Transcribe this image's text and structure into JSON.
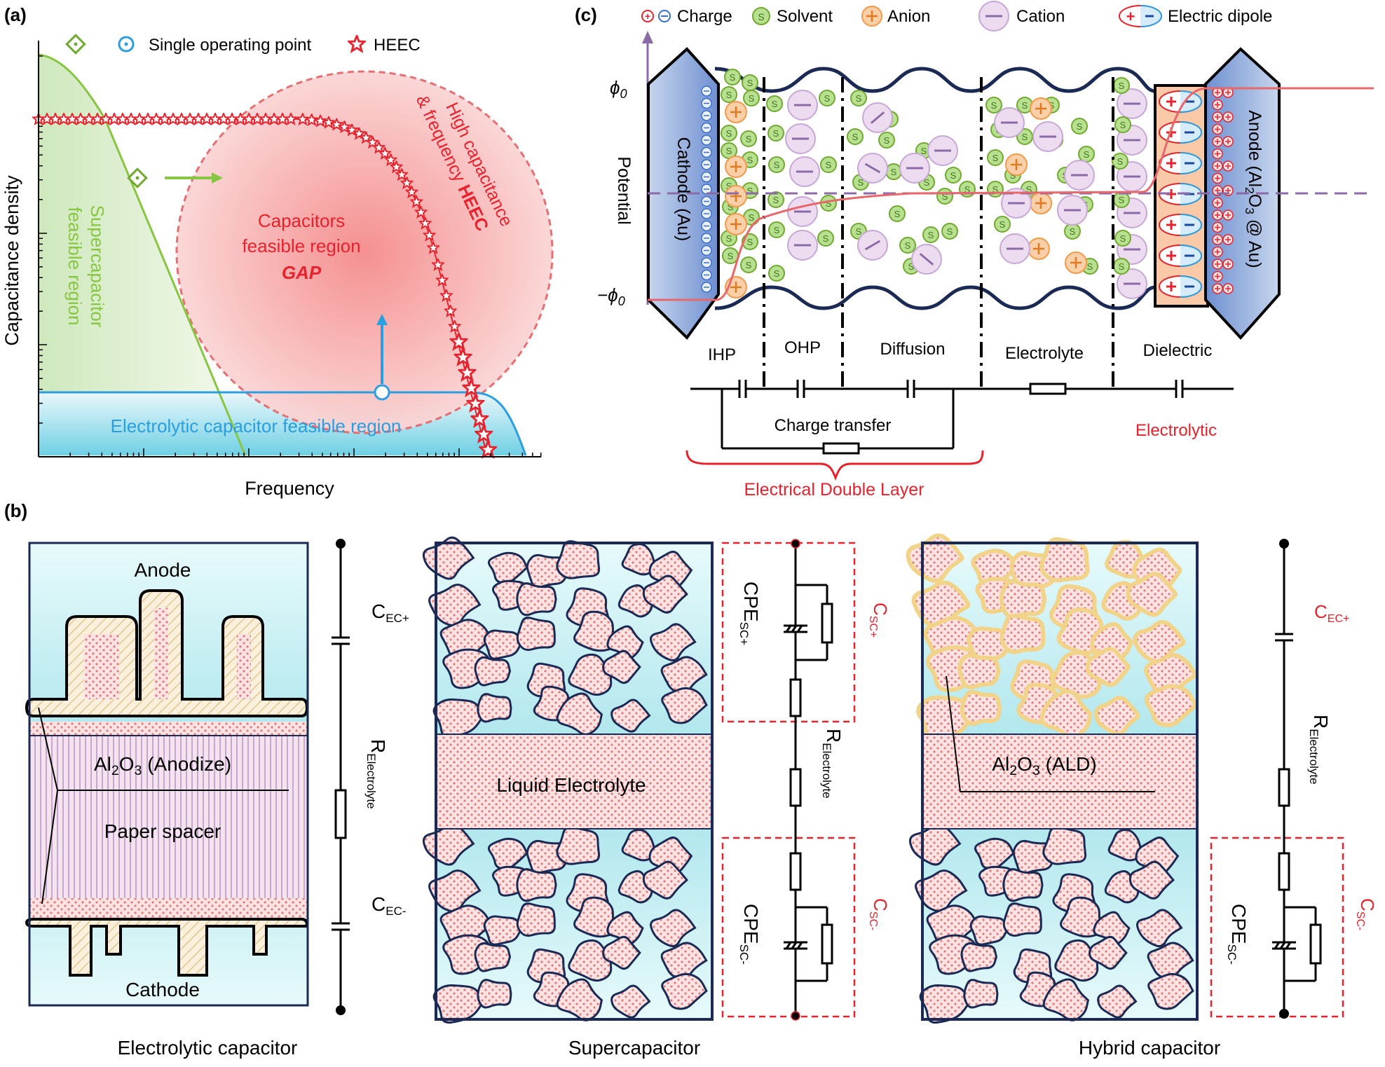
{
  "colors": {
    "red": "#e8222d",
    "blue": "#2a9ee0",
    "green": "#86c640",
    "navy": "#1a2a55",
    "cyan": "#bfeef2",
    "pink": "#f7c9c9",
    "orange": "#f29a4a",
    "purple": "#8b6aa8"
  },
  "panel_a": {
    "label": "(a)",
    "legend": {
      "single_operating_point": "Single operating point",
      "heec": "HEEC"
    },
    "ylabel": "Capacitance density",
    "xlabel": "Frequency",
    "supercap_region_line1": "Supercapacitor",
    "supercap_region_line2": "feasible region",
    "electrolytic_region": "Electrolytic capacitor feasible region",
    "gap_line1": "Capacitors",
    "gap_line2": "feasible region",
    "gap_line3": "GAP",
    "heec_line1": "High capacitance",
    "heec_line2": "& frequency",
    "heec_line3": "HEEC"
  },
  "panel_b": {
    "label": "(b)",
    "electrolytic": {
      "anode": "Anode",
      "al2o3_pre": "Al",
      "al2o3_sub1": "2",
      "al2o3_mid": "O",
      "al2o3_sub2": "3",
      "al2o3_post": " (Anodize)",
      "paper_spacer": "Paper spacer",
      "cathode": "Cathode",
      "caption": "Electrolytic capacitor",
      "c_ec_plus": "C",
      "c_ec_plus_sub": "EC+",
      "r_electrolyte": "R",
      "r_electrolyte_sub": "Electrolyte",
      "c_ec_minus": "C",
      "c_ec_minus_sub": "EC-"
    },
    "supercapacitor": {
      "liquid_electrolyte": "Liquid Electrolyte",
      "caption": "Supercapacitor",
      "cpe_sc_plus": "CPE",
      "cpe_sc_plus_sub": "SC+",
      "cpe_sc_minus": "CPE",
      "cpe_sc_minus_sub": "SC-",
      "c_sc_plus": "C",
      "c_sc_plus_sub": "SC+",
      "c_sc_minus": "C",
      "c_sc_minus_sub": "SC-",
      "r_electrolyte": "R",
      "r_electrolyte_sub": "Electrolyte"
    },
    "hybrid": {
      "al2o3_pre": "Al",
      "al2o3_sub1": "2",
      "al2o3_mid": "O",
      "al2o3_sub2": "3",
      "al2o3_post": " (ALD)",
      "caption": "Hybrid capacitor",
      "c_ec_plus": "C",
      "c_ec_plus_sub": "EC+",
      "r_electrolyte": "R",
      "r_electrolyte_sub": "Electrolyte",
      "cpe_sc_minus": "CPE",
      "cpe_sc_minus_sub": "SC-",
      "c_sc_minus": "C",
      "c_sc_minus_sub": "SC-"
    }
  },
  "panel_c": {
    "label": "(c)",
    "legend": {
      "charge": "Charge",
      "solvent": "Solvent",
      "anion": "Anion",
      "cation": "Cation",
      "electric_dipole": "Electric dipole"
    },
    "phi0": "ϕ",
    "phi0_sub": "0",
    "neg_phi0": "−ϕ",
    "potential": "Potential",
    "cathode": "Cathode (Au)",
    "anode_pre": "Anode (Al",
    "anode_sub1": "2",
    "anode_mid": "O",
    "anode_sub2": "3",
    "anode_post": " @ Au)",
    "solvent_letter": "S",
    "zones": [
      "IHP",
      "OHP",
      "Diffusion",
      "Electrolyte",
      "Dielectric"
    ],
    "charge_transfer": "Charge transfer",
    "electrolytic": "Electrolytic",
    "edl": "Electrical Double Layer"
  }
}
